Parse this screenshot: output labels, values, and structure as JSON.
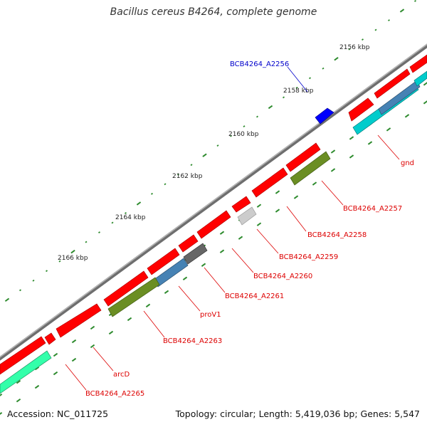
{
  "title": "Bacillus cereus B4264, complete genome",
  "footer": {
    "accession": "Accession: NC_011725",
    "stats": "Topology: circular; Length: 5,419,036 bp; Genes: 5,547"
  },
  "colors": {
    "backbone": "#8a8a8a",
    "cds": "#ff0000",
    "tick": "#2e8b2e",
    "label_red": "#dd0000",
    "label_blue": "#0000cc"
  },
  "scale_labels": [
    "2156 kbp",
    "2158 kbp",
    "2160 kbp",
    "2162 kbp",
    "2164 kbp",
    "2166 kbp"
  ],
  "gene_labels": {
    "a2256": "BCB4264_A2256",
    "gnd": "gnd",
    "a2257": "BCB4264_A2257",
    "a2258": "BCB4264_A2258",
    "a2259": "BCB4264_A2259",
    "a2260": "BCB4264_A2260",
    "a2261": "BCB4264_A2261",
    "proV1": "proV1",
    "a2263": "BCB4264_A2263",
    "arcD": "arcD",
    "a2265": "BCB4264_A2265"
  }
}
